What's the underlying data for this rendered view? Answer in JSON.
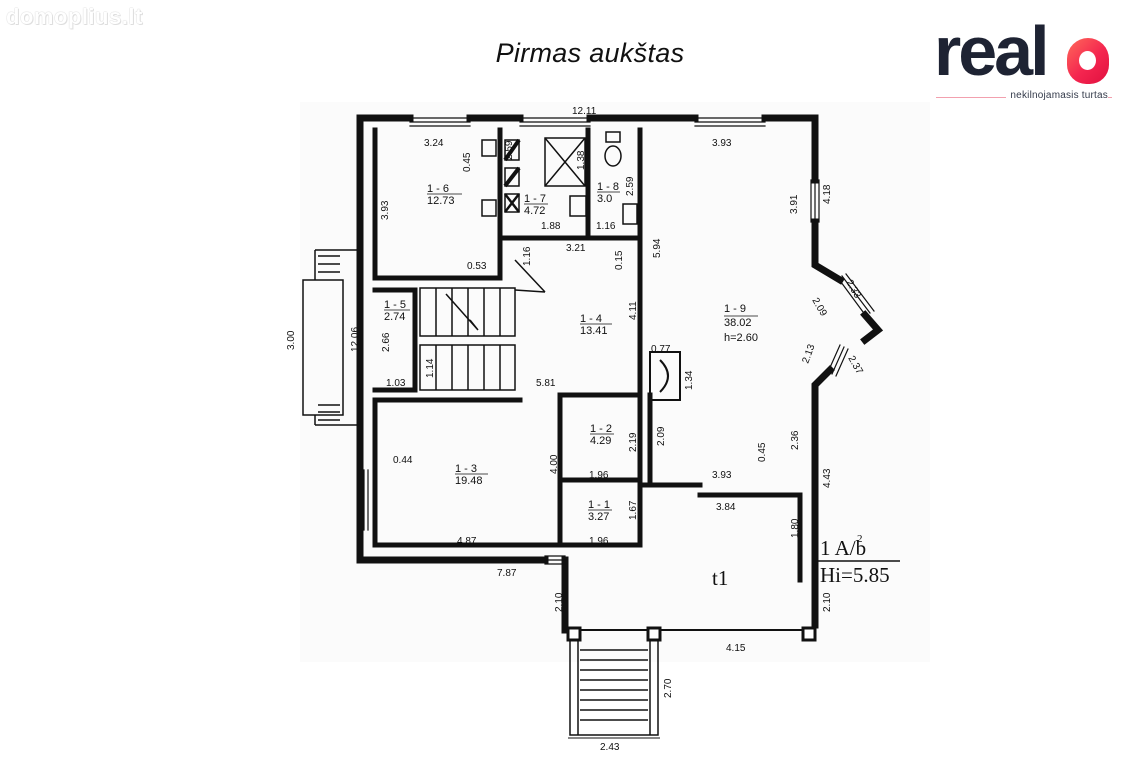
{
  "watermark": "domoplius.lt",
  "title": "Pirmas aukštas",
  "logo": {
    "wordmark": "real",
    "tagline": "nekilnojamasis turtas",
    "accent_color": "#f4254f",
    "text_color": "#1e2333"
  },
  "rooms": [
    {
      "id": "1 - 1",
      "area": "3.27"
    },
    {
      "id": "1 - 2",
      "area": "4.29"
    },
    {
      "id": "1 - 3",
      "area": "19.48"
    },
    {
      "id": "1 - 4",
      "area": "13.41"
    },
    {
      "id": "1 - 5",
      "area": "2.74"
    },
    {
      "id": "1 - 6",
      "area": "12.73"
    },
    {
      "id": "1 - 7",
      "area": "4.72"
    },
    {
      "id": "1 - 8",
      "area": "3.0"
    },
    {
      "id": "1 - 9",
      "area": "38.02",
      "height": "h=2.60"
    }
  ],
  "terrace_label": "t1",
  "building_code": "1 A/b",
  "building_code_superscript": "2",
  "building_height": "Hi=5.85",
  "dimensions": {
    "top_total": "12.11",
    "d324": "3.24",
    "d045a": "0.45",
    "d259a": "2.59",
    "d138": "1.38",
    "d259b": "2.59",
    "d393a": "3.93",
    "d391": "3.91",
    "d418": "4.18",
    "d393v": "3.93",
    "d188": "1.88",
    "d116a": "1.16",
    "d116b": "1.16",
    "d321": "3.21",
    "d053": "0.53",
    "d015": "0.15",
    "d594": "5.94",
    "d233": "2.33",
    "d209a": "2.09",
    "d300": "3.00",
    "d1206": "12.06",
    "d266": "2.66",
    "d114": "1.14",
    "d103": "1.03",
    "d581": "5.81",
    "d411": "4.11",
    "d077": "0.77",
    "d134": "1.34",
    "d213": "2.13",
    "d237": "2.37",
    "d044": "0.44",
    "d400": "4.00",
    "d219": "2.19",
    "d209b": "2.09",
    "d236": "2.36",
    "d045b": "0.45",
    "d196a": "1.96",
    "d393b": "3.93",
    "d384": "3.84",
    "d443": "4.43",
    "d167": "1.67",
    "d180": "1.80",
    "d487": "4.87",
    "d196b": "1.96",
    "d787": "7.87",
    "d210a": "2.10",
    "d210b": "2.10",
    "d415": "4.15",
    "d270": "2.70",
    "d243": "2.43"
  }
}
